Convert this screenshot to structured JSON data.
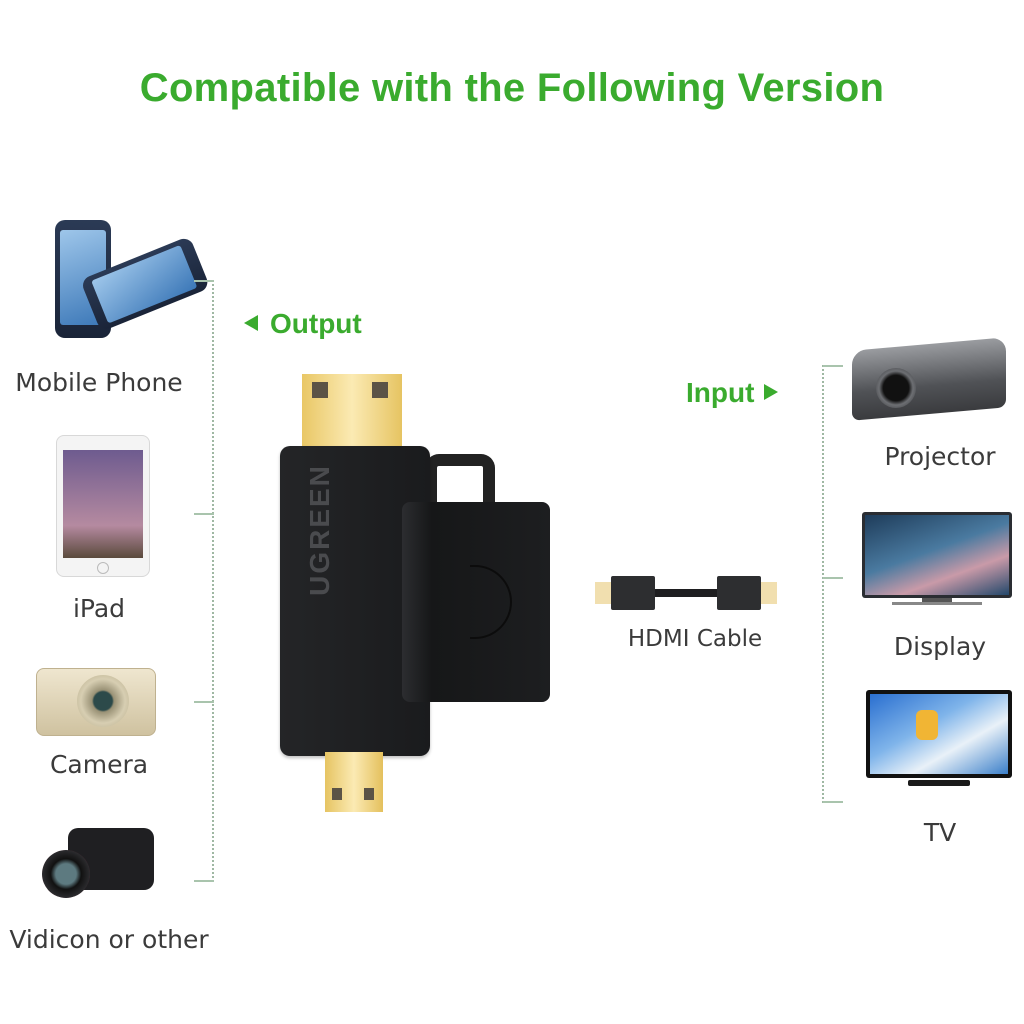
{
  "title": "Compatible with the Following Version",
  "colors": {
    "accent_green": "#3aab2e",
    "text_gray": "#3b3b3b",
    "bracket_line": "#9fb8a3",
    "connector_gold": "#f0d27a",
    "adapter_black": "#1e1f21"
  },
  "output_label": {
    "icon": "triangle-left-icon",
    "text": "Output"
  },
  "input_label": {
    "text": "Input",
    "icon": "triangle-right-icon"
  },
  "left_devices": [
    {
      "label": "Mobile Phone",
      "icon": "mobile-phone-image"
    },
    {
      "label": "iPad",
      "icon": "tablet-image"
    },
    {
      "label": "Camera",
      "icon": "compact-camera-image"
    },
    {
      "label": "Vidicon or other",
      "icon": "camcorder-image"
    }
  ],
  "center": {
    "adapter_brand": "UGREEN",
    "cable_label": "HDMI Cable"
  },
  "right_devices": [
    {
      "label": "Projector",
      "icon": "projector-image"
    },
    {
      "label": "Display",
      "icon": "monitor-image"
    },
    {
      "label": "TV",
      "icon": "tv-image"
    }
  ]
}
